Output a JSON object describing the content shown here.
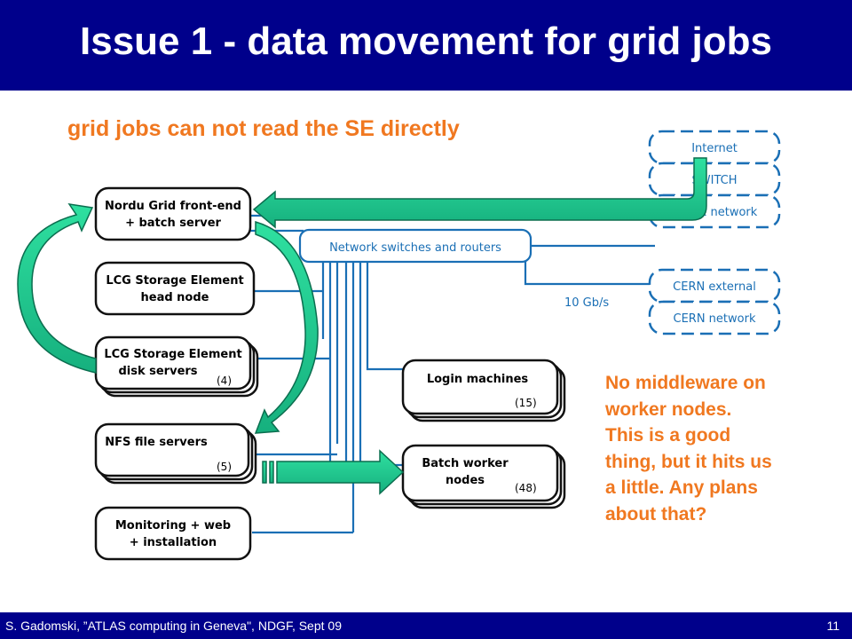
{
  "slide": {
    "title": "Issue 1 - data movement for grid jobs",
    "subtitle": "grid jobs can not read the SE directly",
    "note_lines": [
      "No middleware on",
      "worker nodes.",
      "This is a good",
      "thing, but it hits us",
      "a little. Any plans",
      "about that?"
    ],
    "footer": "S. Gadomski, ”ATLAS computing in Geneva\", NDGF, Sept 09",
    "page_number": "11"
  },
  "diagram": {
    "nodes": {
      "nordugrid": [
        "Nordu Grid front-end",
        "+ batch server"
      ],
      "lcg_head": [
        "LCG Storage Element",
        "head node"
      ],
      "lcg_disk": [
        "LCG Storage Element",
        "disk servers"
      ],
      "lcg_disk_count": "(4)",
      "nfs": [
        "NFS file servers"
      ],
      "nfs_count": "(5)",
      "monitoring": [
        "Monitoring + web",
        "+ installation"
      ],
      "login": [
        "Login machines"
      ],
      "login_count": "(15)",
      "batch": [
        "Batch worker",
        "nodes"
      ],
      "batch_count": "(48)"
    },
    "switch_label": "Network switches and routers",
    "external": {
      "internet": "Internet",
      "switch": "SWITCH",
      "unige": "UniGE network",
      "cern_external": "CERN external",
      "cern_network": "CERN network"
    },
    "link_speed": "10 Gb/s"
  }
}
